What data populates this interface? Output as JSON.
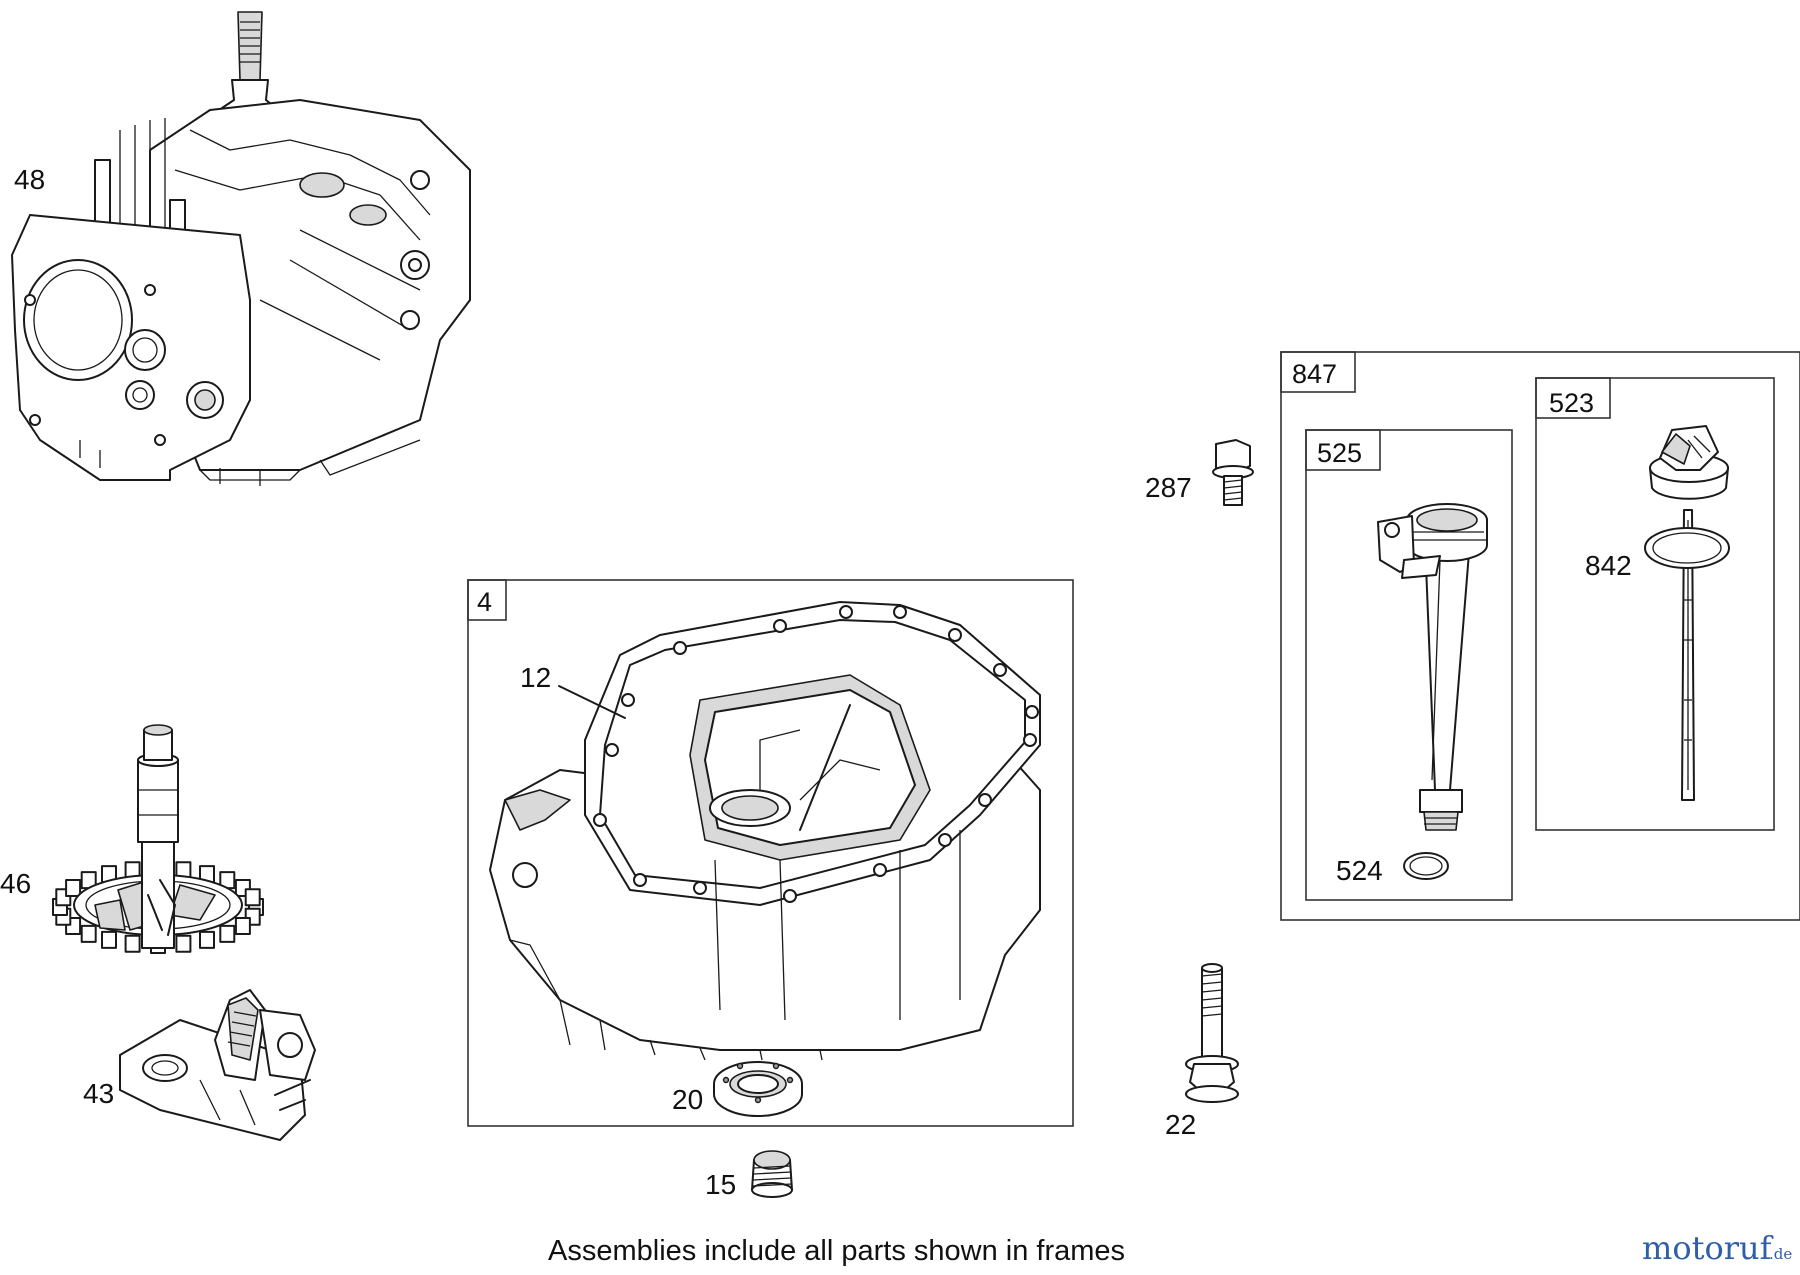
{
  "callouts": {
    "p48": "48",
    "p46": "46",
    "p43": "43",
    "p287": "287",
    "p12": "12",
    "p20": "20",
    "p15": "15",
    "p22": "22",
    "p524": "524",
    "p842": "842"
  },
  "frames": {
    "f4": "4",
    "f847": "847",
    "f525": "525",
    "f523": "523"
  },
  "caption": "Assemblies include all parts shown in frames",
  "watermark": {
    "main": "motoruf",
    "suffix": ".de",
    "colors": {
      "main": "#2f5fa8",
      "accent": "#d04a2a"
    }
  }
}
